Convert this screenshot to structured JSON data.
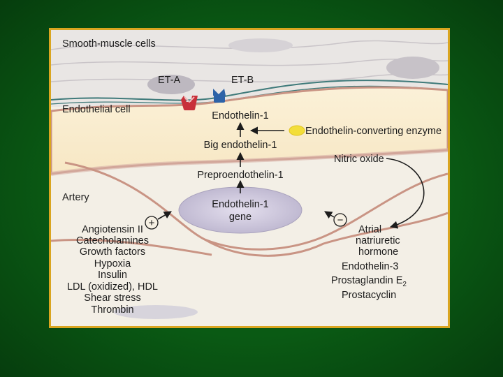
{
  "regions": {
    "smooth_muscle": "Smooth-muscle cells",
    "endothelial": "Endothelial cell",
    "artery": "Artery"
  },
  "receptors": {
    "eta": "ET-A",
    "etb": "ET-B"
  },
  "pathway": {
    "gene_line1": "Endothelin-1",
    "gene_line2": "gene",
    "step_prepro": "Preproendothelin-1",
    "step_big": "Big endothelin-1",
    "step_final": "Endothelin-1",
    "enzyme": "Endothelin-converting enzyme"
  },
  "stimulators": {
    "symbol": "+",
    "items": [
      "Angiotensin II",
      "Catecholamines",
      "Growth factors",
      "Hypoxia",
      "Insulin",
      "LDL (oxidized), HDL",
      "Shear stress",
      "Thrombin"
    ]
  },
  "inhibitors": {
    "symbol": "−",
    "no": "Nitric oxide",
    "anp_line1": "Atrial",
    "anp_line2": "natriuretic",
    "anp_line3": "hormone",
    "et3": "Endothelin-3",
    "pg_base": "Prostaglandin E",
    "pg_sub": "2",
    "prostacyclin": "Prostacyclin"
  },
  "colors": {
    "slide_background": "#0a5a14",
    "frame_border": "#d9a520",
    "eta_receptor": "#c8303a",
    "etb_receptor": "#2d63a8",
    "enzyme": "#f3de3a",
    "gene_nucleus": "#c9c3d8"
  }
}
